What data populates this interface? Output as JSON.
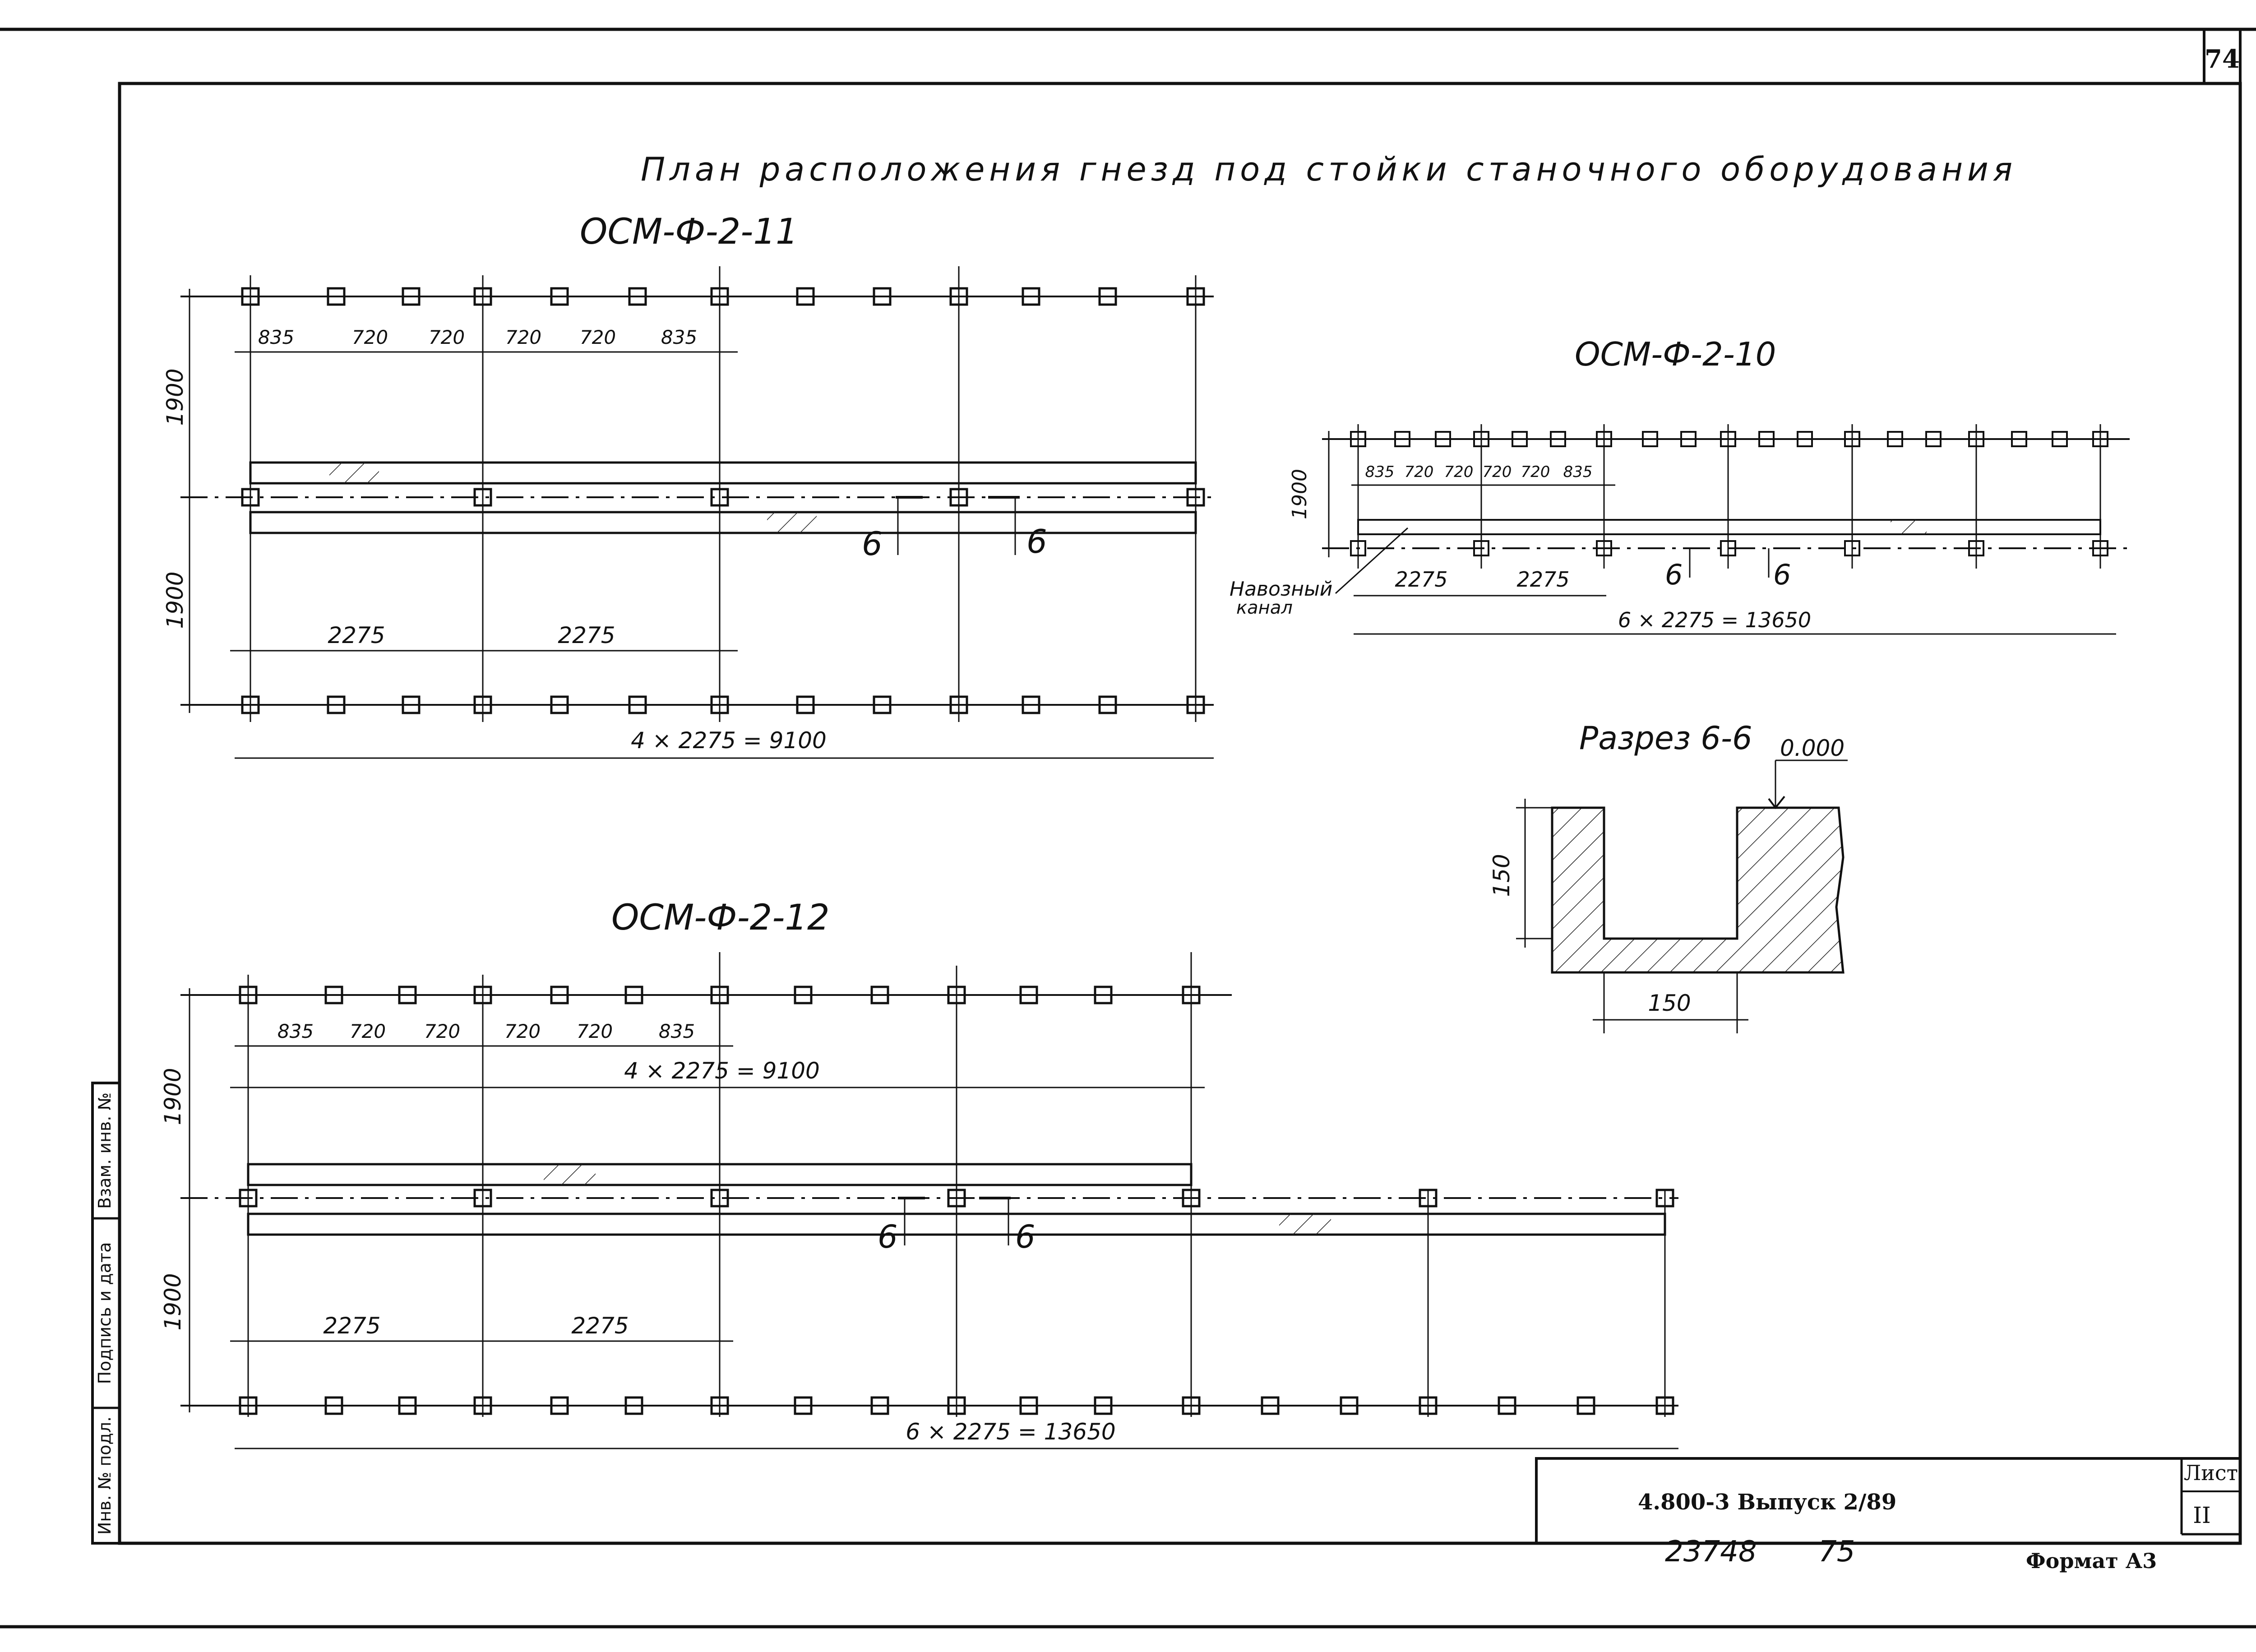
{
  "sheet": {
    "page_number": "74",
    "title": "План расположения гнезд под стойки станочного оборудования"
  },
  "plans": {
    "osm11": {
      "label": "ОСМ-Ф-2-11",
      "top_dims": [
        "835",
        "720",
        "720",
        "720",
        "720",
        "835"
      ],
      "bay_dims": [
        "2275",
        "2275"
      ],
      "overall": "4 × 2275 = 9100",
      "row_spacing": [
        "1900",
        "1900"
      ],
      "section_marks": [
        "6",
        "6"
      ]
    },
    "osm10": {
      "label": "ОСМ-Ф-2-10",
      "top_dims": [
        "835",
        "720",
        "720",
        "720",
        "720",
        "835"
      ],
      "bay_dims": [
        "2275",
        "2275"
      ],
      "overall": "6 × 2275 = 13650",
      "row_spacing": [
        "1900"
      ],
      "section_marks": [
        "6",
        "6"
      ],
      "channel_label": [
        "Навозный",
        "канал"
      ]
    },
    "osm12": {
      "label": "ОСМ-Ф-2-12",
      "top_dims": [
        "835",
        "720",
        "720",
        "720",
        "720",
        "835"
      ],
      "overall_top": "4 × 2275 = 9100",
      "bay_dims": [
        "2275",
        "2275"
      ],
      "overall": "6 × 2275 = 13650",
      "row_spacing": [
        "1900",
        "1900"
      ],
      "section_marks": [
        "6",
        "6"
      ]
    }
  },
  "section": {
    "label": "Разрез 6-6",
    "elevation": "0.000",
    "depth": "150",
    "width": "150"
  },
  "side_stamp": [
    "Инв. № подл.",
    "Подпись и дата",
    "Взам. инв. №"
  ],
  "title_block": {
    "doc_code": "4.800-3  Выпуск 2/89",
    "sheet_label": "Лист",
    "sheet_number": "II",
    "archive_number": "23748",
    "archive_page": "75",
    "format": "Формат А3"
  }
}
